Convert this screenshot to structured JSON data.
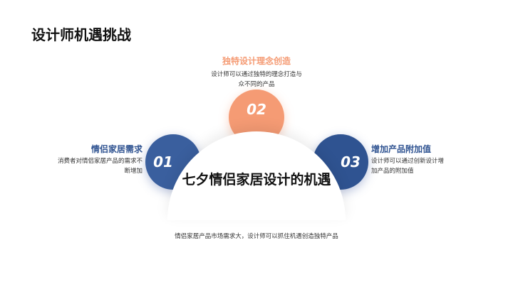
{
  "page_title": "设计师机遇挑战",
  "center_title": "七夕情侣家居设计的机遇",
  "bottom_text": "情侣家居产品市场需求大，设计师可以抓住机遇创造独特产品",
  "items": [
    {
      "number": "01",
      "title": "情侣家居需求",
      "desc": "消费者对情侣家居产品的需求不断增加",
      "color": "#3a5f9e"
    },
    {
      "number": "02",
      "title": "独特设计理念创造",
      "desc": "设计师可以通过独特的理念打造与众不同的产品",
      "color": "#f59b74"
    },
    {
      "number": "03",
      "title": "增加产品附加值",
      "desc": "设计师可以通过创新设计增加产品的附加值",
      "color": "#2f5391"
    }
  ]
}
